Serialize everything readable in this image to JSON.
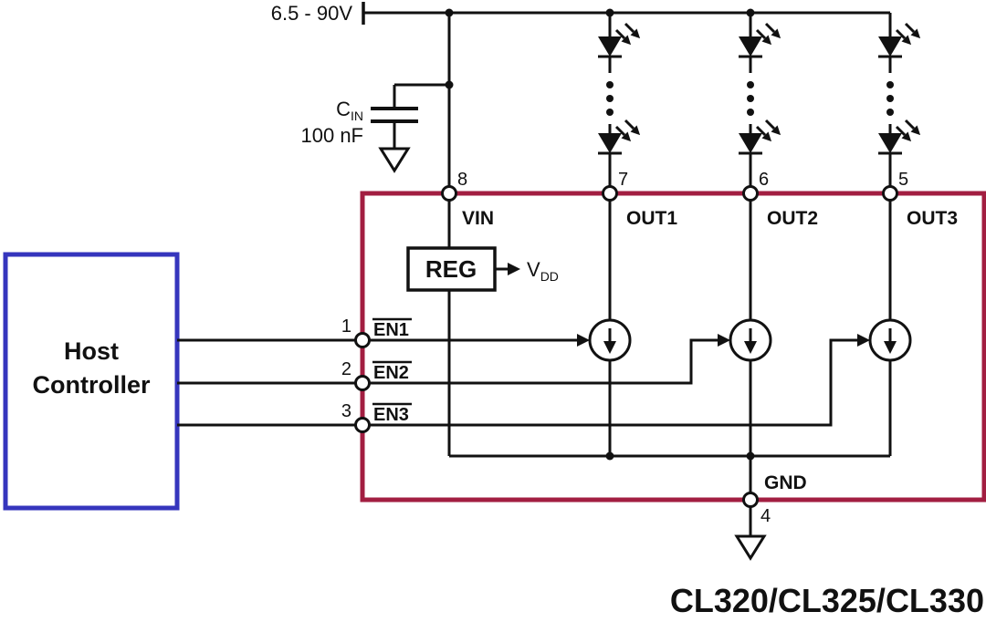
{
  "diagram": {
    "title": "CL320/CL325/CL330",
    "supply": {
      "label": "6.5 - 90V"
    },
    "capacitor": {
      "ref": "C",
      "ref_sub": "IN",
      "value": "100 nF"
    },
    "host_controller": {
      "line1": "Host",
      "line2": "Controller"
    },
    "regulator": {
      "label": "REG",
      "vdd": "V",
      "vdd_sub": "DD"
    },
    "pins": {
      "vin": {
        "number": "8",
        "label": "VIN"
      },
      "out1": {
        "number": "7",
        "label": "OUT1"
      },
      "out2": {
        "number": "6",
        "label": "OUT2"
      },
      "out3": {
        "number": "5",
        "label": "OUT3"
      },
      "en1": {
        "number": "1",
        "label": "EN1"
      },
      "en2": {
        "number": "2",
        "label": "EN2"
      },
      "en3": {
        "number": "3",
        "label": "EN3"
      },
      "gnd": {
        "number": "4",
        "label": "GND"
      }
    },
    "colors": {
      "ic_border": "#A21E41",
      "host_border": "#3535BD",
      "wire": "#111111"
    }
  }
}
